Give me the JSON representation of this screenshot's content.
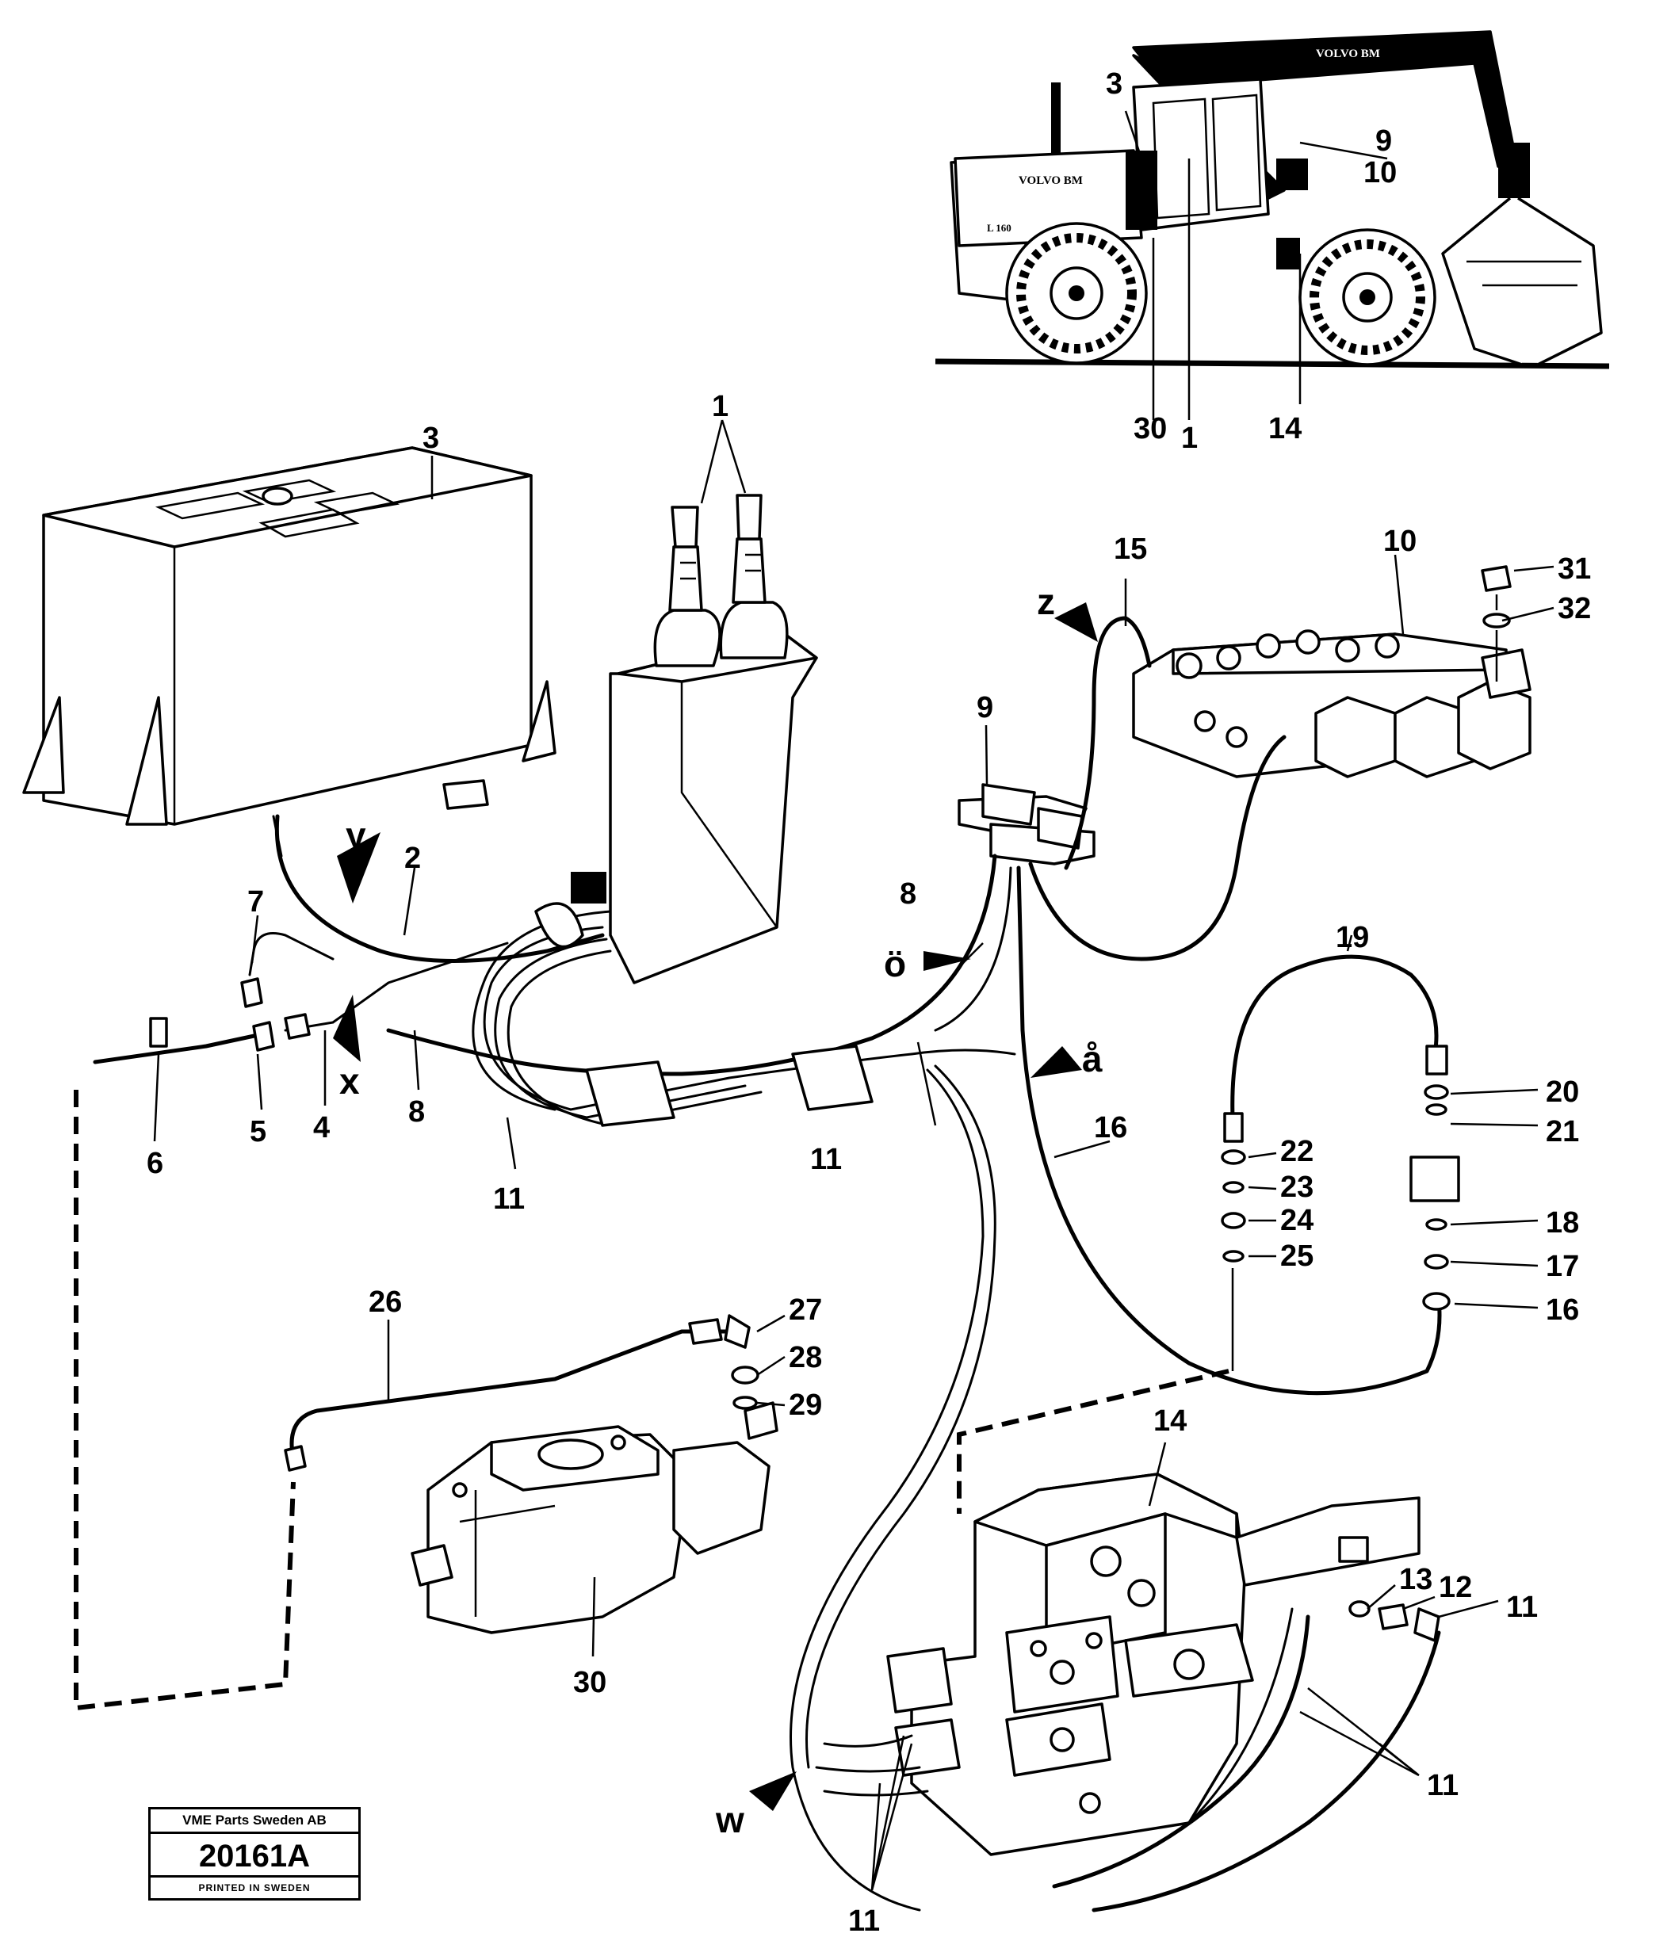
{
  "labels": {
    "l1": "1",
    "l2": "2",
    "l3": "3",
    "l4": "4",
    "l5": "5",
    "l6": "6",
    "l7": "7",
    "l8": "8",
    "l9": "9",
    "l10": "10",
    "l11": "11",
    "l12": "12",
    "l13": "13",
    "l14": "14",
    "l15": "15",
    "l16": "16",
    "l17": "17",
    "l18": "18",
    "l19": "19",
    "l20": "20",
    "l21": "21",
    "l22": "22",
    "l23": "23",
    "l24": "24",
    "l25": "25",
    "l26": "26",
    "l27": "27",
    "l28": "28",
    "l29": "29",
    "l30": "30",
    "l31": "31",
    "l32": "32"
  },
  "directions": {
    "x": "x",
    "y": "y",
    "z": "z",
    "w": "w",
    "oe": "ö",
    "aa": "å"
  },
  "machine": {
    "brand_boom": "VOLVO BM",
    "brand_body": "VOLVO BM",
    "model": "L 160"
  },
  "stamp": {
    "company": "VME Parts Sweden AB",
    "code": "20161A",
    "printed": "PRINTED IN SWEDEN"
  }
}
